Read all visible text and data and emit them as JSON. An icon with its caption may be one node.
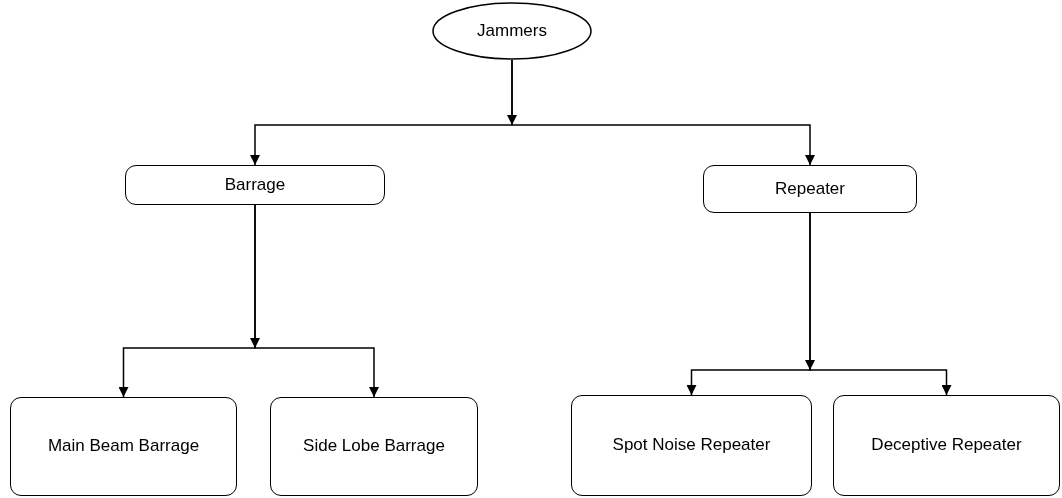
{
  "diagram": {
    "nodes": [
      {
        "text": [
          "Jammers"
        ]
      },
      {
        "text": [
          "Barrage"
        ]
      },
      {
        "text": [
          "Repeater"
        ]
      },
      {
        "text": [
          "Main Beam Barrage"
        ]
      },
      {
        "text": [
          "Side Lobe Barrage"
        ]
      },
      {
        "text": [
          "Spot Noise Repeater"
        ]
      },
      {
        "text": [
          "Deceptive Repeater"
        ]
      }
    ],
    "edges": [
      {
        "from": 0,
        "to": 1,
        "arrow": "to"
      },
      {
        "from": 0,
        "to": 2,
        "arrow": "to"
      },
      {
        "from": 1,
        "to": 3,
        "arrow": "to"
      },
      {
        "from": 1,
        "to": 4,
        "arrow": "to"
      },
      {
        "from": 2,
        "to": 5,
        "arrow": "to"
      },
      {
        "from": 2,
        "to": 6,
        "arrow": "to"
      }
    ]
  }
}
